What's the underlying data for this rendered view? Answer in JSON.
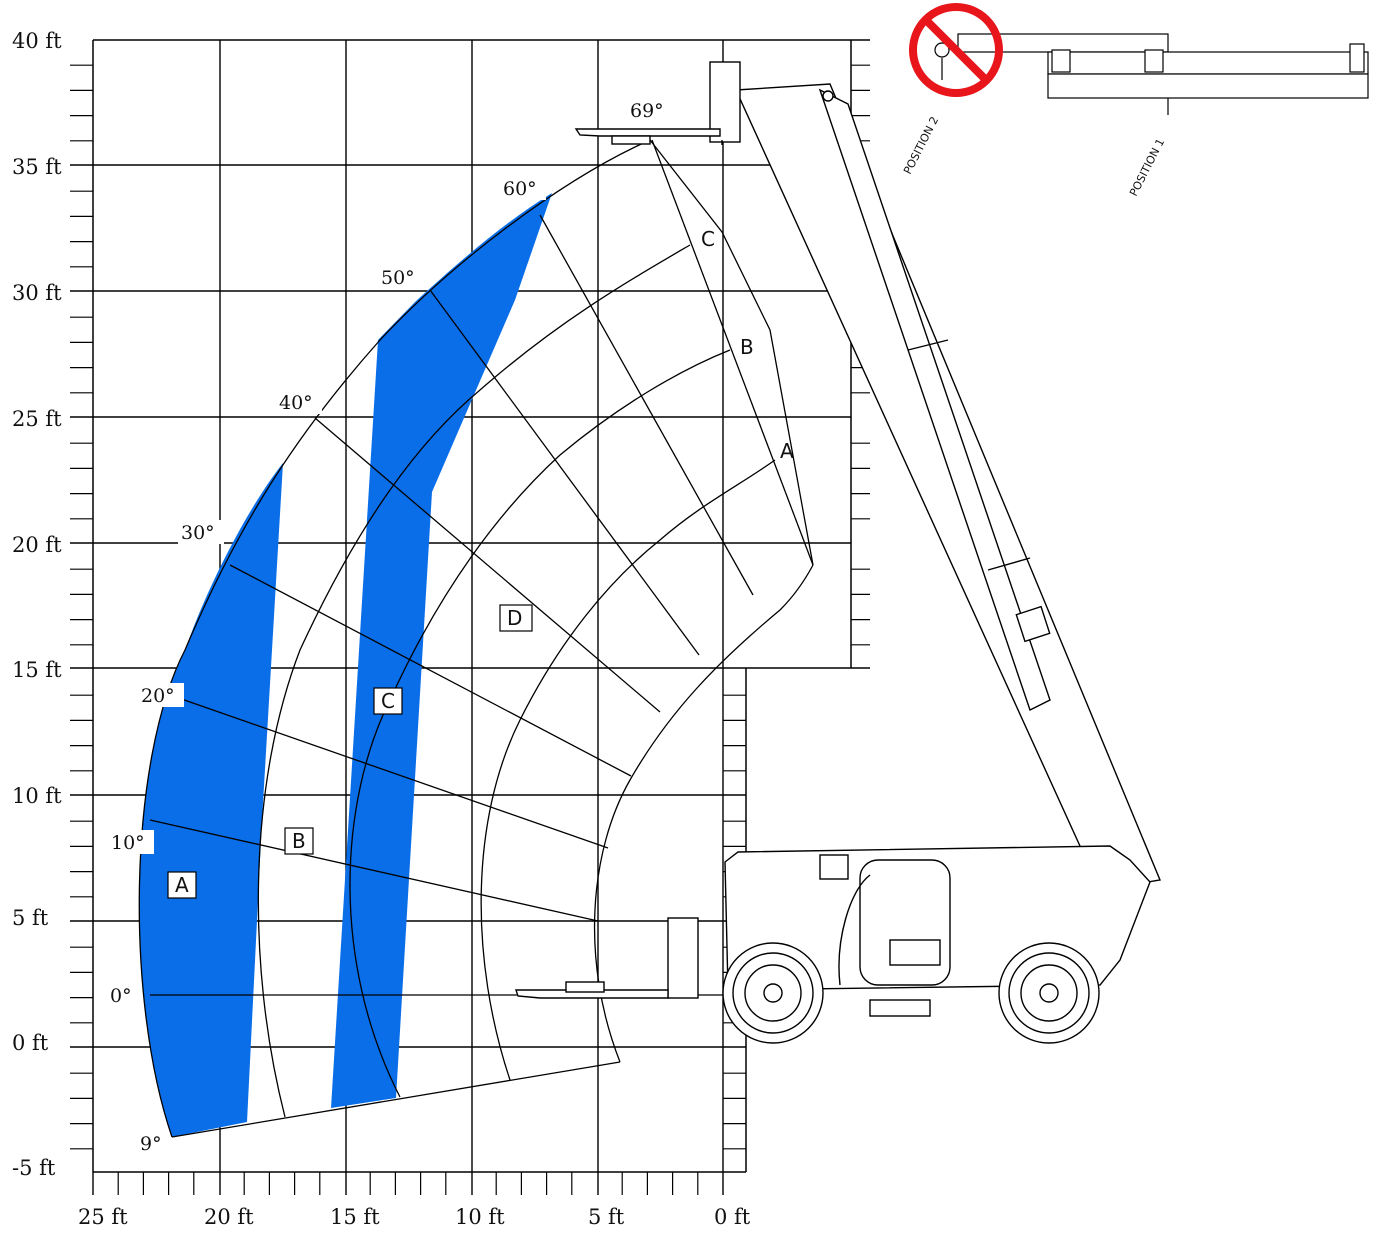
{
  "y_axis": {
    "ticks": [
      "40 ft",
      "35 ft",
      "30 ft",
      "25 ft",
      "20 ft",
      "15 ft",
      "10 ft",
      "5 ft",
      "0 ft",
      "-5 ft"
    ]
  },
  "x_axis": {
    "ticks": [
      "25 ft",
      "20 ft",
      "15 ft",
      "10 ft",
      "5 ft",
      "0 ft"
    ]
  },
  "boom_angles": [
    "69°",
    "60°",
    "50°",
    "40°",
    "30°",
    "20°",
    "10°",
    "0°",
    "9°"
  ],
  "extension_marks": [
    "C",
    "B",
    "A"
  ],
  "zones": [
    {
      "label": "A",
      "color": "#0a6ee8",
      "shaded": true
    },
    {
      "label": "B",
      "color": "#ffffff",
      "shaded": false
    },
    {
      "label": "C",
      "color": "#0a6ee8",
      "shaded": true
    },
    {
      "label": "D",
      "color": "#ffffff",
      "shaded": false
    }
  ],
  "fork_positions": {
    "position_2": "POSITION 2",
    "position_1": "POSITION 1",
    "prohibited_icon": "no-symbol-icon",
    "prohibited_color": "#e8151b"
  },
  "machine": {
    "icon": "telehandler-icon"
  }
}
